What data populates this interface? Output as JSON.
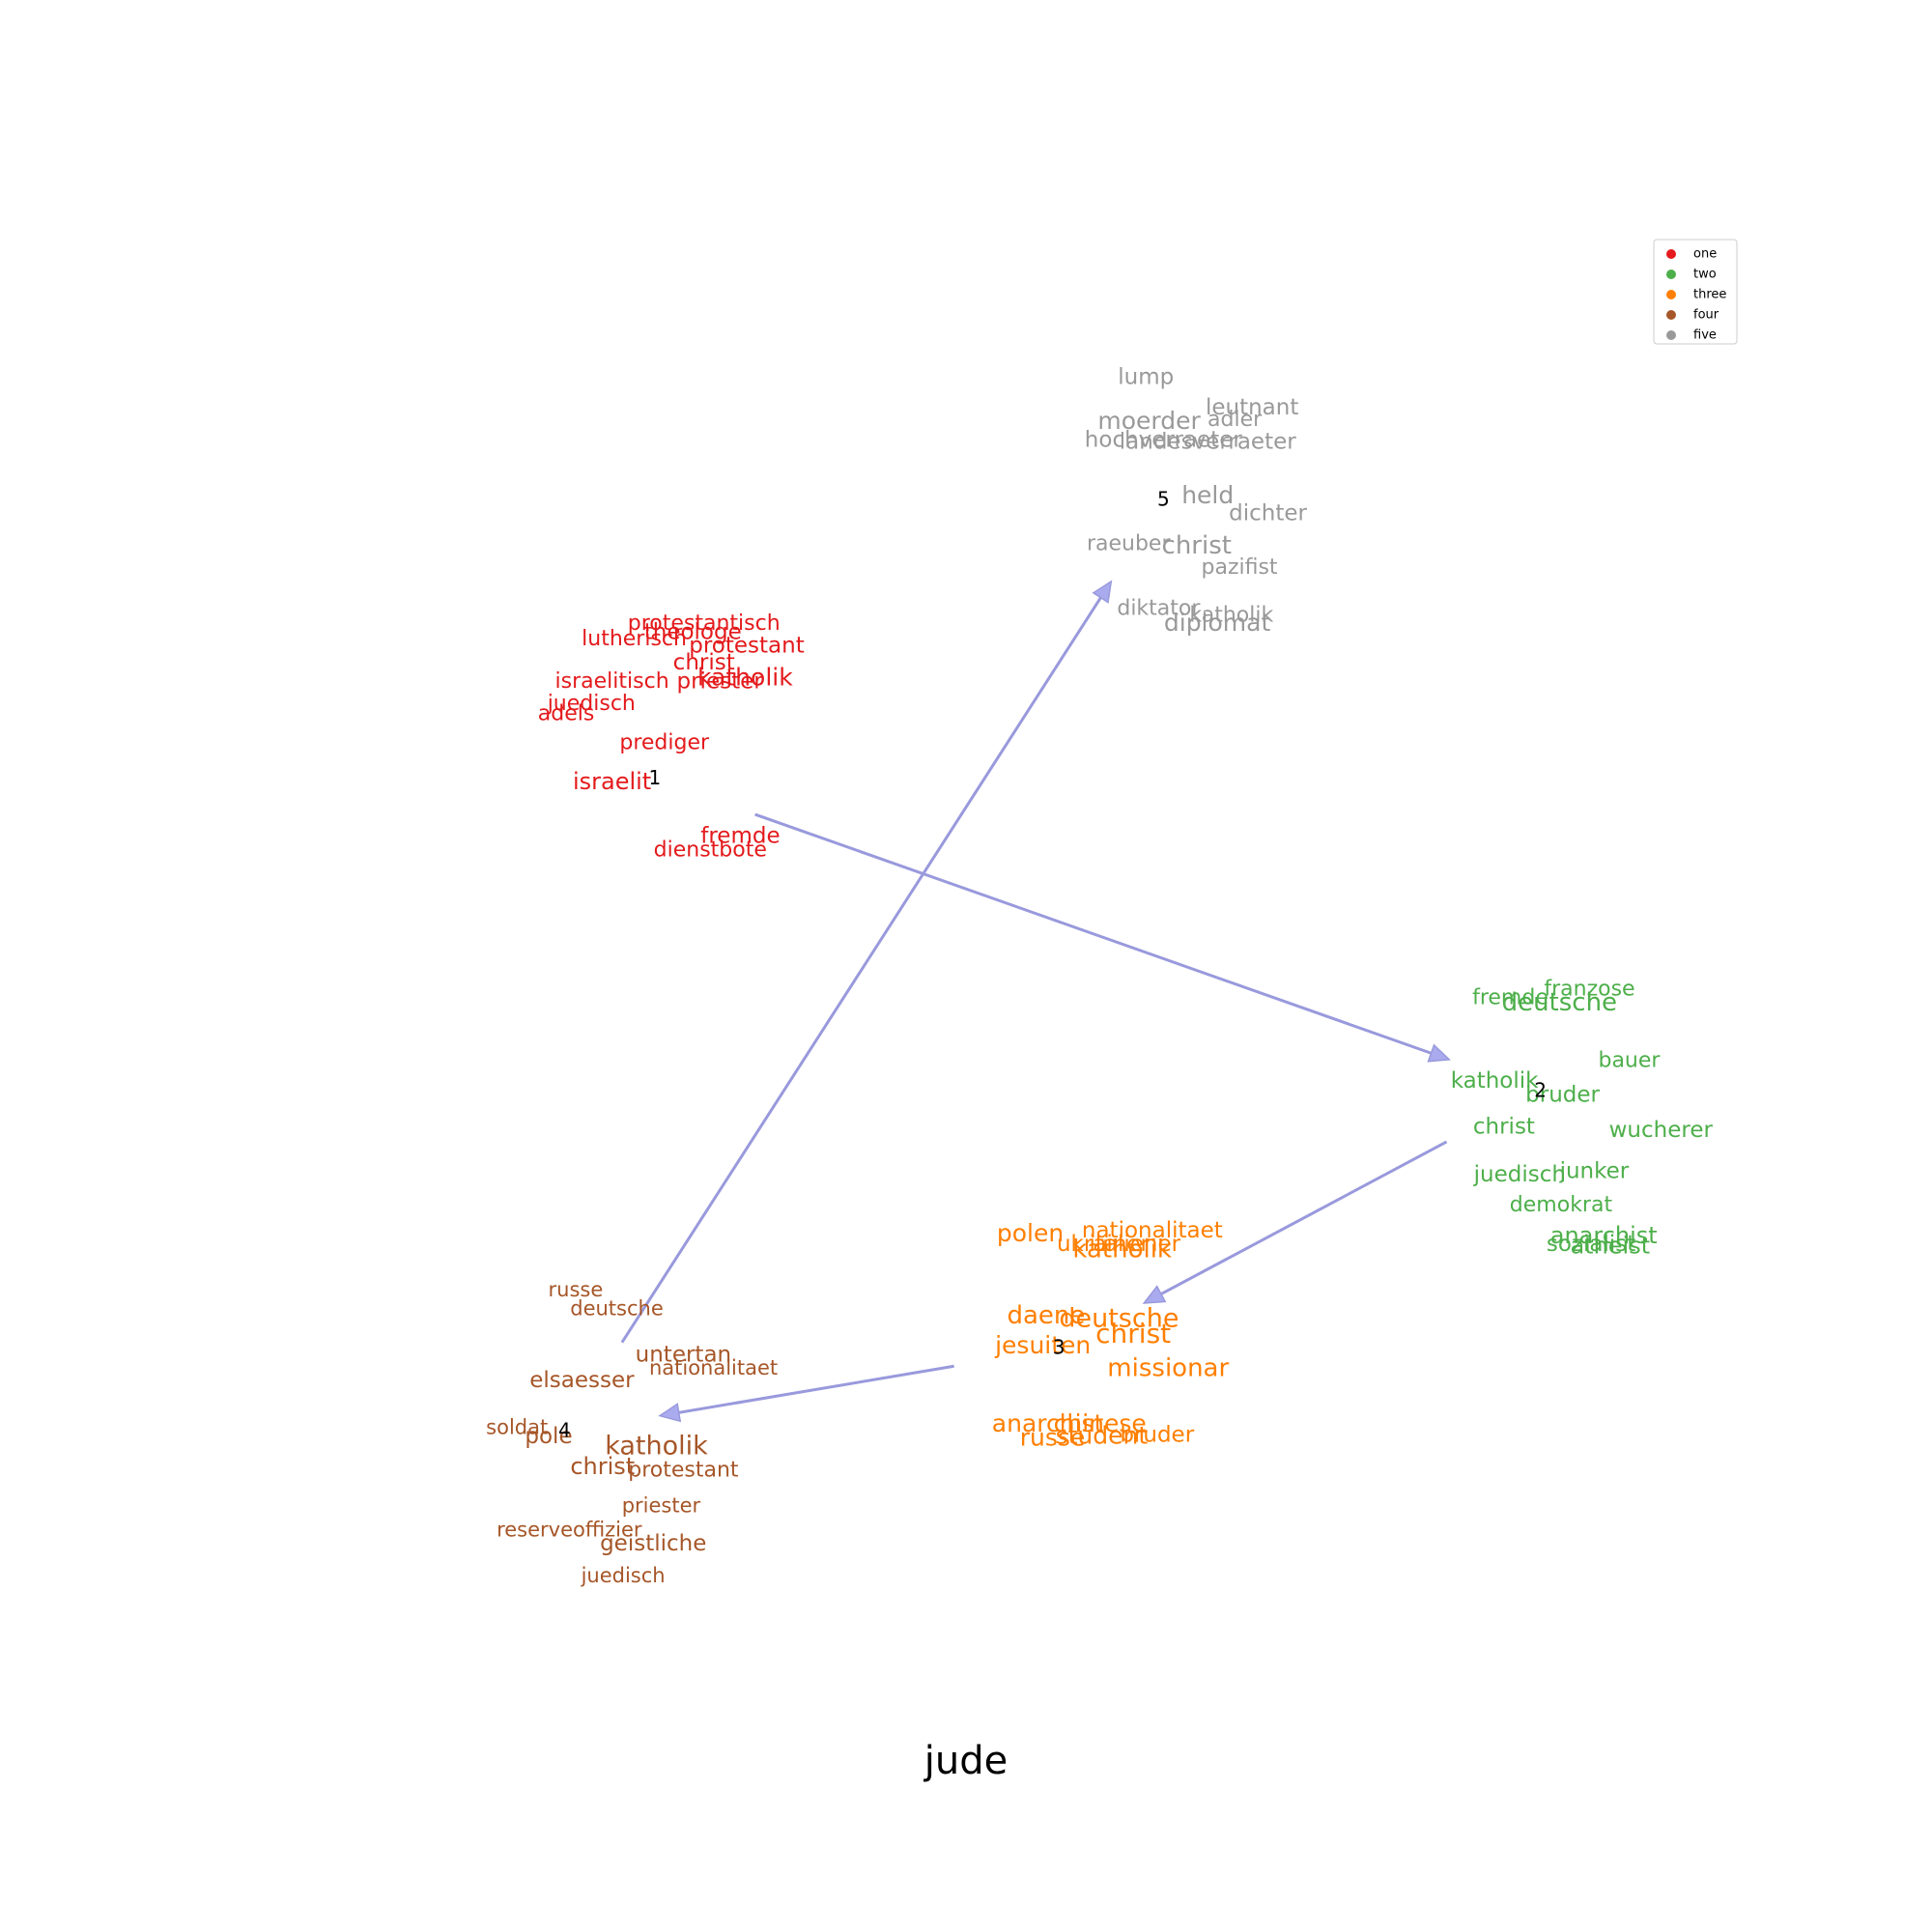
{
  "chart_data": {
    "type": "scatter",
    "title": "jude",
    "xlim": [
      0,
      100
    ],
    "ylim": [
      0,
      100
    ],
    "grid": false,
    "axes_visible": false,
    "legend_position": "top-right",
    "series": [
      {
        "name": "one",
        "color": "#e41a1c",
        "cluster_label": "1",
        "cluster_center": [
          26.7,
          61.0
        ],
        "words": [
          {
            "text": "protestantisch",
            "x": 29.8,
            "y": 70.1,
            "size": 22
          },
          {
            "text": "theologe",
            "x": 29.1,
            "y": 69.6,
            "size": 23
          },
          {
            "text": "lutherisch",
            "x": 25.4,
            "y": 69.2,
            "size": 22
          },
          {
            "text": "protestant",
            "x": 32.5,
            "y": 68.8,
            "size": 23
          },
          {
            "text": "christ",
            "x": 29.8,
            "y": 67.8,
            "size": 23
          },
          {
            "text": "katholik",
            "x": 32.4,
            "y": 66.9,
            "size": 25
          },
          {
            "text": "priester",
            "x": 30.8,
            "y": 66.7,
            "size": 23
          },
          {
            "text": "israelitisch",
            "x": 24.0,
            "y": 66.7,
            "size": 22
          },
          {
            "text": "juedisch",
            "x": 22.7,
            "y": 65.4,
            "size": 22
          },
          {
            "text": "adels",
            "x": 21.1,
            "y": 64.8,
            "size": 22
          },
          {
            "text": "prediger",
            "x": 27.3,
            "y": 63.1,
            "size": 22
          },
          {
            "text": "israelit",
            "x": 24.0,
            "y": 60.8,
            "size": 24
          },
          {
            "text": "fremde",
            "x": 32.1,
            "y": 57.6,
            "size": 23
          },
          {
            "text": "dienstbote",
            "x": 30.2,
            "y": 56.8,
            "size": 22
          }
        ]
      },
      {
        "name": "two",
        "color": "#4daf4a",
        "cluster_label": "2",
        "cluster_center": [
          82.6,
          42.6
        ],
        "words": [
          {
            "text": "franzose",
            "x": 85.7,
            "y": 48.6,
            "size": 22
          },
          {
            "text": "fremde",
            "x": 80.7,
            "y": 48.1,
            "size": 22
          },
          {
            "text": "deutsche",
            "x": 83.8,
            "y": 47.8,
            "size": 26
          },
          {
            "text": "bauer",
            "x": 88.2,
            "y": 44.4,
            "size": 22
          },
          {
            "text": "katholik",
            "x": 79.7,
            "y": 43.2,
            "size": 23
          },
          {
            "text": "bruder",
            "x": 84.0,
            "y": 42.4,
            "size": 23
          },
          {
            "text": "christ",
            "x": 80.3,
            "y": 40.5,
            "size": 23
          },
          {
            "text": "wucherer",
            "x": 90.2,
            "y": 40.3,
            "size": 23
          },
          {
            "text": "juedisch",
            "x": 81.3,
            "y": 37.7,
            "size": 23
          },
          {
            "text": "junker",
            "x": 86.0,
            "y": 37.9,
            "size": 23
          },
          {
            "text": "demokrat",
            "x": 83.9,
            "y": 35.9,
            "size": 22
          },
          {
            "text": "anarchist",
            "x": 86.6,
            "y": 34.1,
            "size": 24
          },
          {
            "text": "sozialist",
            "x": 85.8,
            "y": 33.6,
            "size": 23
          },
          {
            "text": "atheist",
            "x": 87.0,
            "y": 33.5,
            "size": 24
          }
        ]
      },
      {
        "name": "three",
        "color": "#ff7f00",
        "cluster_label": "3",
        "cluster_center": [
          52.2,
          27.5
        ],
        "words": [
          {
            "text": "polen",
            "x": 50.4,
            "y": 34.2,
            "size": 25
          },
          {
            "text": "nationalitaet",
            "x": 58.1,
            "y": 34.4,
            "size": 23
          },
          {
            "text": "ukrainer",
            "x": 55.0,
            "y": 33.6,
            "size": 23
          },
          {
            "text": "italiener",
            "x": 57.0,
            "y": 33.6,
            "size": 23
          },
          {
            "text": "katholik",
            "x": 56.2,
            "y": 33.3,
            "size": 26
          },
          {
            "text": "daene",
            "x": 51.4,
            "y": 29.4,
            "size": 26
          },
          {
            "text": "deutsche",
            "x": 56.0,
            "y": 29.2,
            "size": 27
          },
          {
            "text": "christ",
            "x": 56.9,
            "y": 28.3,
            "size": 28
          },
          {
            "text": "jesuiten",
            "x": 51.2,
            "y": 27.6,
            "size": 25
          },
          {
            "text": "missionar",
            "x": 59.1,
            "y": 26.3,
            "size": 26
          },
          {
            "text": "anarchist",
            "x": 51.5,
            "y": 23.0,
            "size": 25
          },
          {
            "text": "chinese",
            "x": 54.8,
            "y": 23.0,
            "size": 25
          },
          {
            "text": "russe",
            "x": 51.8,
            "y": 22.2,
            "size": 25
          },
          {
            "text": "student",
            "x": 54.9,
            "y": 22.3,
            "size": 25
          },
          {
            "text": "bruder",
            "x": 58.4,
            "y": 22.4,
            "size": 23
          }
        ]
      },
      {
        "name": "four",
        "color": "#a65628",
        "cluster_label": "4",
        "cluster_center": [
          21.0,
          22.6
        ],
        "words": [
          {
            "text": "russe",
            "x": 21.7,
            "y": 30.9,
            "size": 21
          },
          {
            "text": "deutsche",
            "x": 24.3,
            "y": 29.8,
            "size": 21
          },
          {
            "text": "untertan",
            "x": 28.5,
            "y": 27.1,
            "size": 23
          },
          {
            "text": "nationalitaet",
            "x": 30.4,
            "y": 26.3,
            "size": 21
          },
          {
            "text": "elsaesser",
            "x": 22.1,
            "y": 25.6,
            "size": 23
          },
          {
            "text": "soldat",
            "x": 18.0,
            "y": 22.8,
            "size": 21
          },
          {
            "text": "pole",
            "x": 20.0,
            "y": 22.3,
            "size": 23
          },
          {
            "text": "katholik",
            "x": 26.8,
            "y": 21.7,
            "size": 27
          },
          {
            "text": "christ",
            "x": 23.4,
            "y": 20.5,
            "size": 24
          },
          {
            "text": "protestant",
            "x": 28.5,
            "y": 20.3,
            "size": 22
          },
          {
            "text": "priester",
            "x": 27.1,
            "y": 18.2,
            "size": 21
          },
          {
            "text": "reserveoffizier",
            "x": 21.3,
            "y": 16.8,
            "size": 21
          },
          {
            "text": "geistliche",
            "x": 26.6,
            "y": 16.0,
            "size": 23
          },
          {
            "text": "juedisch",
            "x": 24.7,
            "y": 14.1,
            "size": 21
          }
        ]
      },
      {
        "name": "five",
        "color": "#999999",
        "cluster_label": "5",
        "cluster_center": [
          58.8,
          77.4
        ],
        "words": [
          {
            "text": "lump",
            "x": 57.7,
            "y": 84.6,
            "size": 23
          },
          {
            "text": "leutnant",
            "x": 64.4,
            "y": 82.8,
            "size": 23
          },
          {
            "text": "moerder",
            "x": 57.9,
            "y": 82.0,
            "size": 25
          },
          {
            "text": "adler",
            "x": 63.3,
            "y": 82.1,
            "size": 22
          },
          {
            "text": "hochverraeter",
            "x": 58.8,
            "y": 80.9,
            "size": 23
          },
          {
            "text": "landesverraeter",
            "x": 61.6,
            "y": 80.8,
            "size": 23
          },
          {
            "text": "held",
            "x": 61.6,
            "y": 77.6,
            "size": 25
          },
          {
            "text": "dichter",
            "x": 65.4,
            "y": 76.6,
            "size": 23
          },
          {
            "text": "raeuber",
            "x": 56.6,
            "y": 74.8,
            "size": 22
          },
          {
            "text": "christ",
            "x": 60.9,
            "y": 74.7,
            "size": 26
          },
          {
            "text": "pazifist",
            "x": 63.6,
            "y": 73.4,
            "size": 22
          },
          {
            "text": "diktator",
            "x": 58.5,
            "y": 71.0,
            "size": 22
          },
          {
            "text": "katholik",
            "x": 63.1,
            "y": 70.6,
            "size": 22
          },
          {
            "text": "diplomat",
            "x": 62.2,
            "y": 70.1,
            "size": 25
          }
        ]
      }
    ],
    "transitions": [
      {
        "from": "1",
        "to": "2"
      },
      {
        "from": "2",
        "to": "3"
      },
      {
        "from": "3",
        "to": "4"
      },
      {
        "from": "4",
        "to": "5"
      }
    ],
    "arrow_color": "#9999dd",
    "arrow_fill": "#aaaaee"
  }
}
